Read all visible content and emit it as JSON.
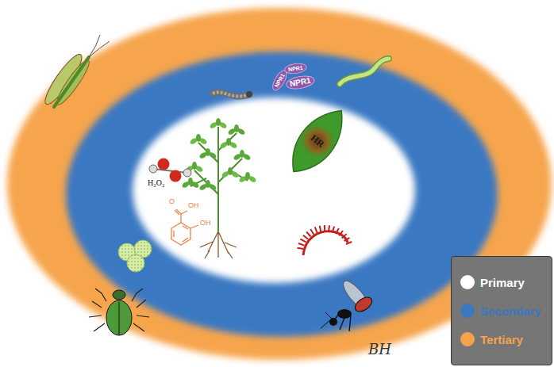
{
  "diagram": {
    "nodes": [
      {
        "text": [
          "NPR1"
        ]
      },
      {
        "text": [
          "NPR1"
        ]
      },
      {
        "text": [
          "NPR1"
        ]
      },
      {
        "text": [
          "HR"
        ]
      }
    ],
    "labels": [
      "H₂O₂",
      "O",
      "OH",
      "OH",
      "BH"
    ],
    "legend": [
      {
        "text": "Primary",
        "color": "#ffffff"
      },
      {
        "text": "Secondary",
        "color": "#3a78c2"
      },
      {
        "text": "Tertiary",
        "color": "#f5a24b"
      }
    ]
  }
}
